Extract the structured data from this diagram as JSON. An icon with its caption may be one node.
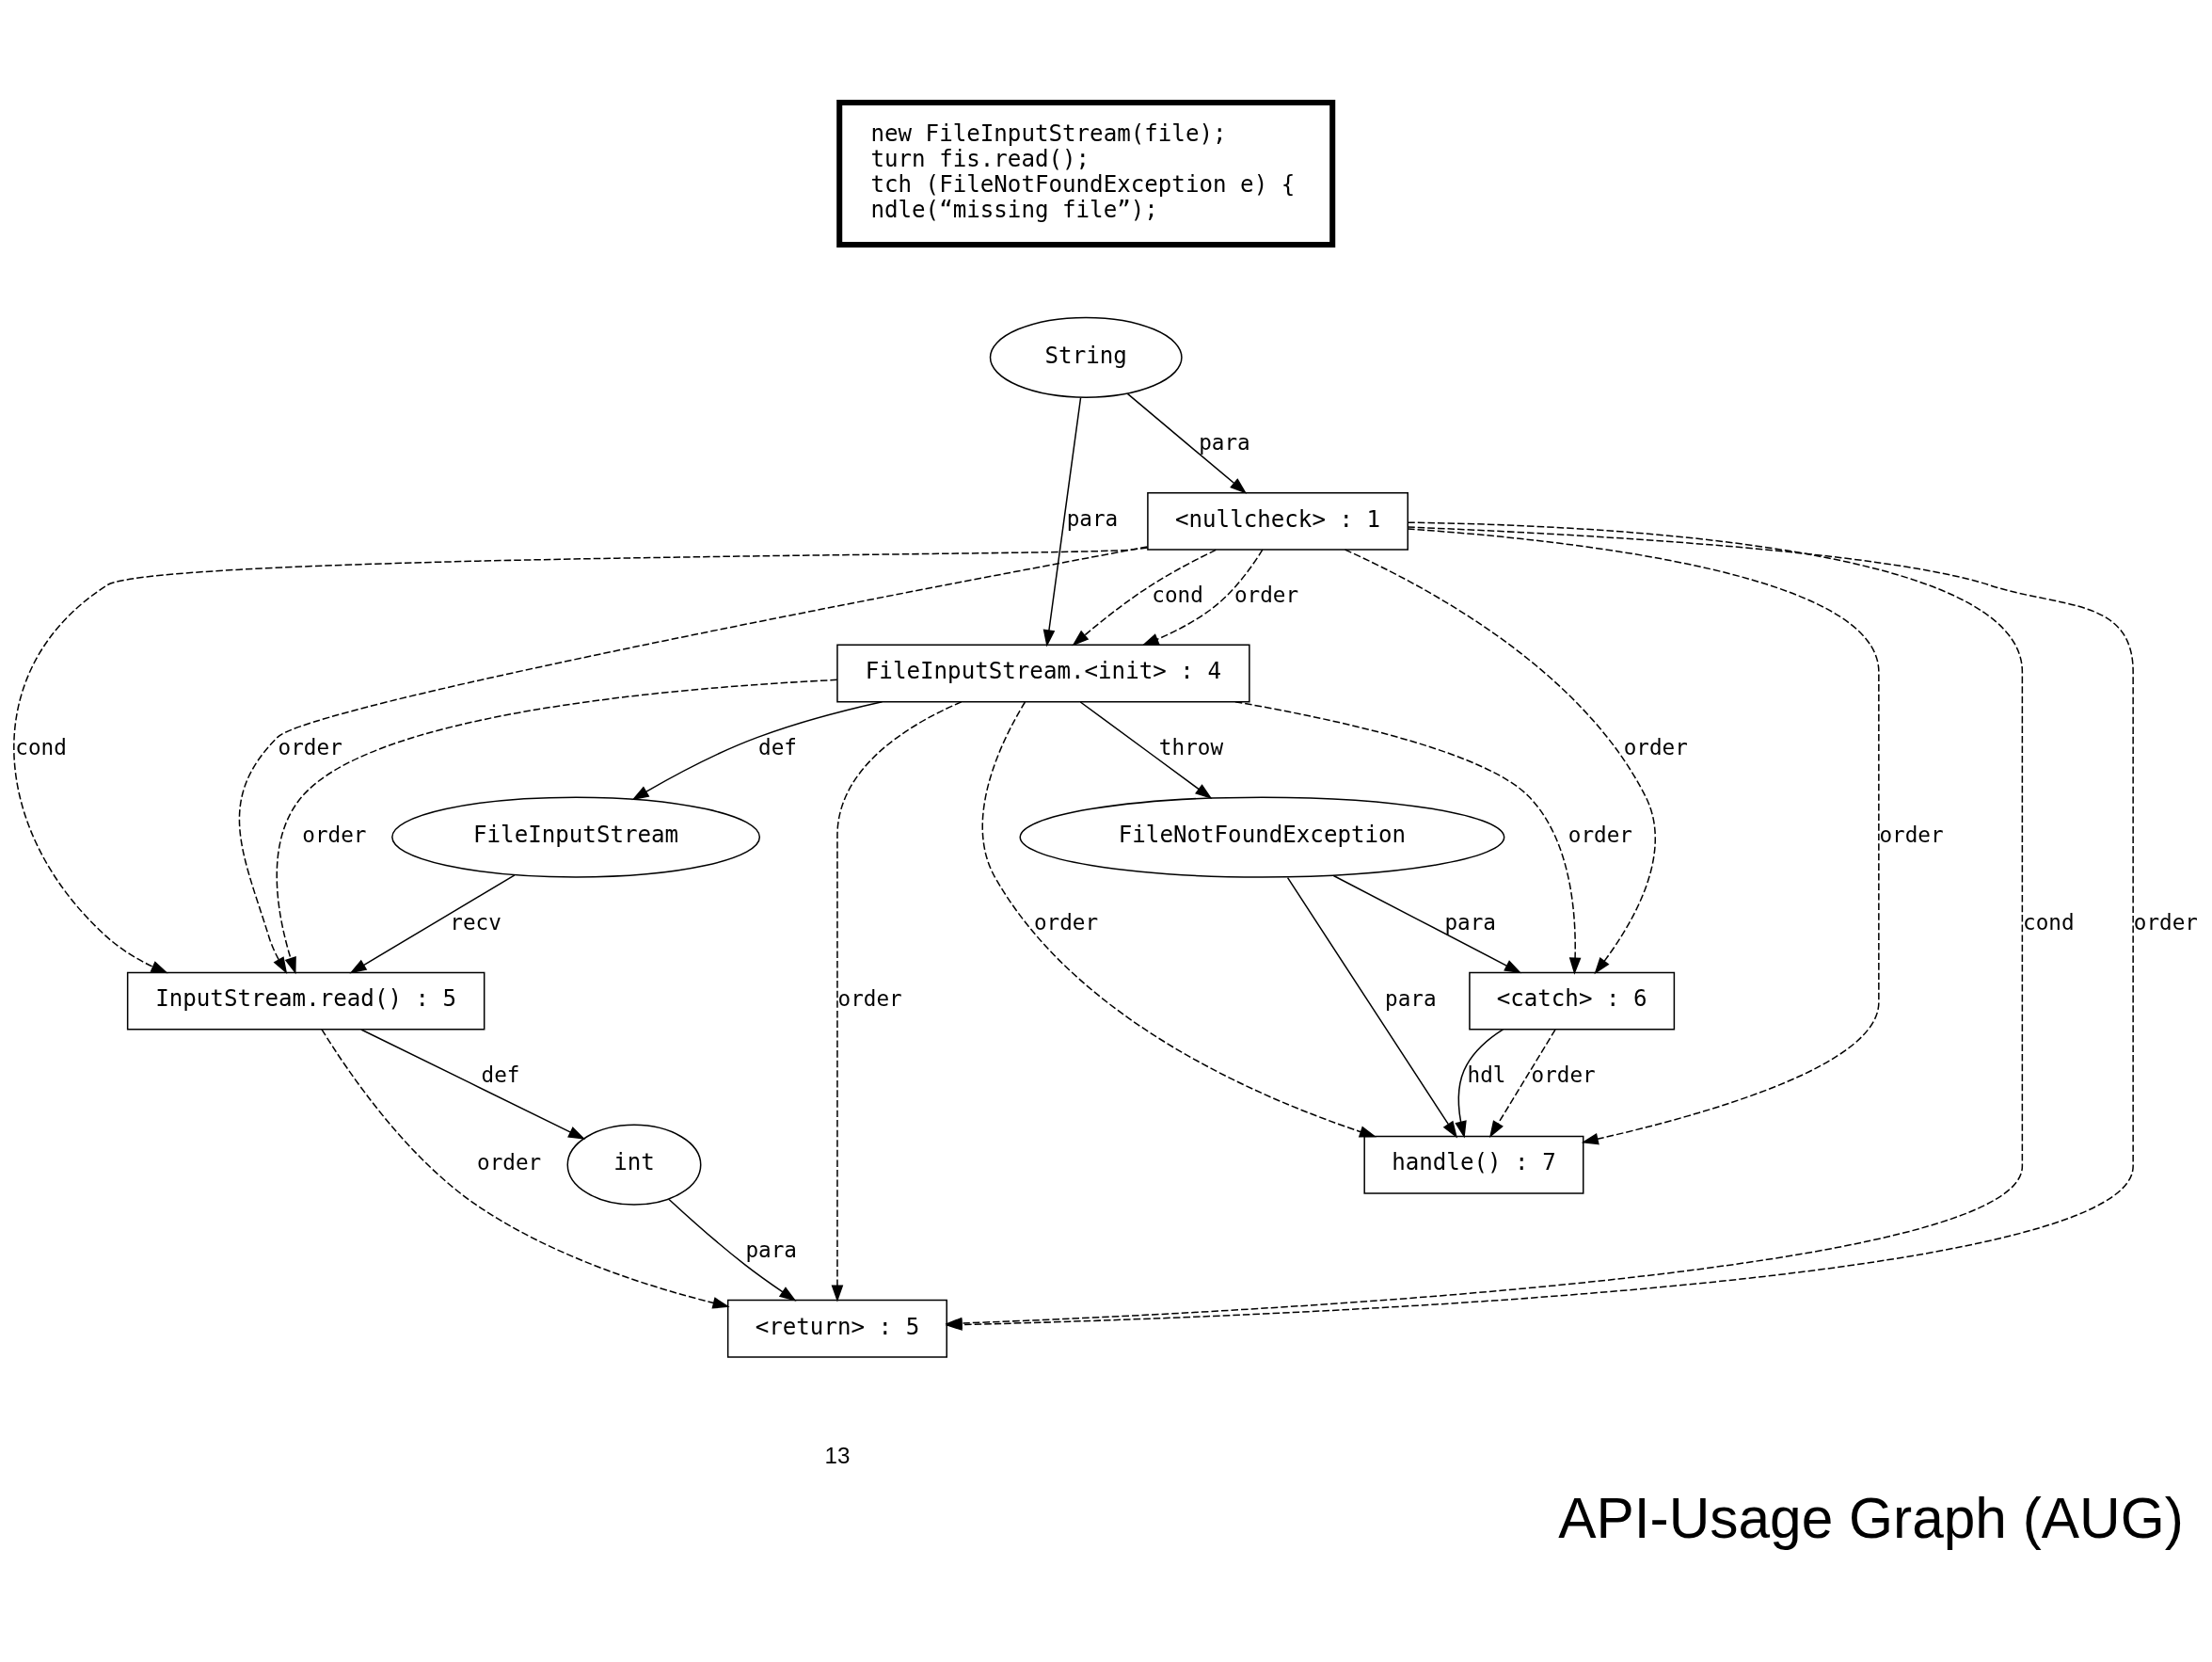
{
  "diagram": {
    "title": "API-Usage Graph (AUG)",
    "nodes": [
      {
        "text": [
          "new FileInputStream(file);",
          "turn fis.read();",
          "tch (FileNotFoundException e) {",
          "ndle(“missing file”);"
        ]
      },
      {
        "text": [
          "String"
        ]
      },
      {
        "text": [
          "<nullcheck> : 1"
        ]
      },
      {
        "text": [
          "FileInputStream.<init> : 4"
        ]
      },
      {
        "text": [
          "FileNotFoundException"
        ]
      },
      {
        "text": [
          "FileInputStream"
        ]
      },
      {
        "text": [
          "InputStream.read() : 5"
        ]
      },
      {
        "text": [
          "<catch> : 6"
        ]
      },
      {
        "text": [
          "handle() : 7"
        ]
      },
      {
        "text": [
          "int"
        ]
      },
      {
        "text": [
          "<return> : 5"
        ]
      }
    ],
    "edges": [
      {
        "from": 1,
        "to": 3,
        "arrow": "to",
        "label": "para"
      },
      {
        "from": 1,
        "to": 2,
        "arrow": "to",
        "label": "para"
      },
      {
        "from": 2,
        "to": 6,
        "arrow": "to",
        "label": "cond",
        "style": "dashed"
      },
      {
        "from": 2,
        "to": 6,
        "arrow": "to",
        "label": "order",
        "style": "dashed"
      },
      {
        "from": 2,
        "to": 3,
        "arrow": "to",
        "label": "cond",
        "style": "dashed"
      },
      {
        "from": 2,
        "to": 3,
        "arrow": "to",
        "label": "order",
        "style": "dashed"
      },
      {
        "from": 2,
        "to": 7,
        "arrow": "to",
        "label": "order",
        "style": "dashed"
      },
      {
        "from": 2,
        "to": 8,
        "arrow": "to",
        "label": "order",
        "style": "dashed"
      },
      {
        "from": 2,
        "to": 10,
        "arrow": "to",
        "label": "cond",
        "style": "dashed"
      },
      {
        "from": 2,
        "to": 10,
        "arrow": "to",
        "label": "order",
        "style": "dashed"
      },
      {
        "from": 3,
        "to": 5,
        "arrow": "to",
        "label": "def"
      },
      {
        "from": 3,
        "to": 4,
        "arrow": "to",
        "label": "throw"
      },
      {
        "from": 3,
        "to": 6,
        "arrow": "to",
        "label": "order",
        "style": "dashed"
      },
      {
        "from": 3,
        "to": 10,
        "arrow": "to",
        "label": "order",
        "style": "dashed"
      },
      {
        "from": 3,
        "to": 8,
        "arrow": "to",
        "label": "order",
        "style": "dashed"
      },
      {
        "from": 3,
        "to": 7,
        "arrow": "to",
        "label": "order",
        "style": "dashed"
      },
      {
        "from": 5,
        "to": 6,
        "arrow": "to",
        "label": "recv"
      },
      {
        "from": 4,
        "to": 7,
        "arrow": "to",
        "label": "para"
      },
      {
        "from": 4,
        "to": 8,
        "arrow": "to",
        "label": "para"
      },
      {
        "from": 7,
        "to": 8,
        "arrow": "to",
        "label": "order",
        "style": "dashed"
      },
      {
        "from": 7,
        "to": 8,
        "arrow": "to",
        "label": "hdl"
      },
      {
        "from": 6,
        "to": 9,
        "arrow": "to",
        "label": "def"
      },
      {
        "from": 6,
        "to": 10,
        "arrow": "to",
        "label": "order",
        "style": "dashed"
      },
      {
        "from": 9,
        "to": 10,
        "arrow": "to",
        "label": "para"
      }
    ],
    "labels": [
      "13"
    ]
  }
}
